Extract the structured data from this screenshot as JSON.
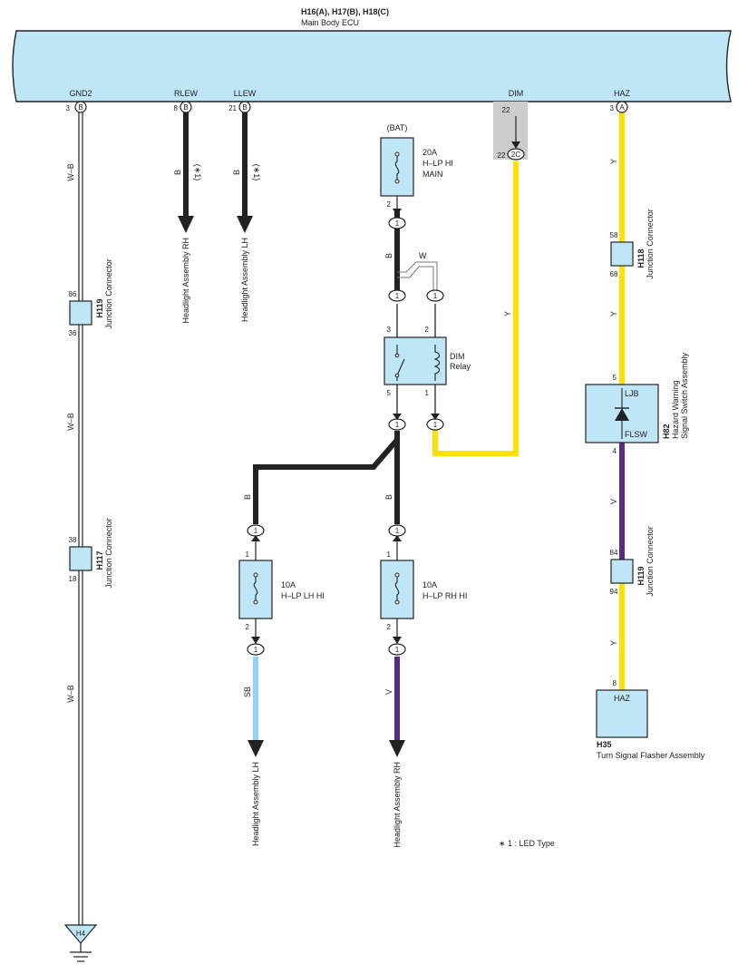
{
  "ecu": {
    "id": "H16(A), H17(B), H18(C)",
    "name": "Main Body ECU",
    "terminals": {
      "gnd2": {
        "name": "GND2",
        "pin": "3",
        "conn": "B"
      },
      "rlew": {
        "name": "RLEW",
        "pin": "8",
        "conn": "B"
      },
      "llew": {
        "name": "LLEW",
        "pin": "21",
        "conn": "B"
      },
      "dim": {
        "name": "DIM",
        "pin_top": "22",
        "pin": "22",
        "conn": "2C"
      },
      "haz": {
        "name": "HAZ",
        "pin": "3",
        "conn": "A"
      }
    }
  },
  "wires": {
    "wb": "W–B",
    "b": "B",
    "w": "W",
    "y": "Y",
    "v": "V",
    "sb": "SB",
    "star1": "(∗1)"
  },
  "dests": {
    "hl_rh": "Headlight Assembly RH",
    "hl_lh": "Headlight Assembly LH"
  },
  "junction": "Junction Connector",
  "h119_left": {
    "id": "H119",
    "pin_top": "86",
    "pin_bottom": "36"
  },
  "h117": {
    "id": "H117",
    "pin_top": "38",
    "pin_bottom": "18"
  },
  "h118": {
    "id": "H118",
    "pin_top": "58",
    "pin_bottom": "68"
  },
  "h119_right": {
    "id": "H119",
    "pin_top": "84",
    "pin_bottom": "94"
  },
  "fuse_main": {
    "source": "(BAT)",
    "rating": "20A",
    "line1": "H–LP HI",
    "line2": "MAIN",
    "pin": "2"
  },
  "relay": {
    "name1": "DIM",
    "name2": "Relay",
    "p3": "3",
    "p2": "2",
    "p5": "5",
    "p1": "1"
  },
  "fuse_lh": {
    "rating": "10A",
    "name": "H–LP LH HI",
    "pin_top": "1",
    "pin_bottom": "2"
  },
  "fuse_rh": {
    "rating": "10A",
    "name": "H–LP RH HI",
    "pin_top": "1",
    "pin_bottom": "2"
  },
  "ring": "1",
  "hazard": {
    "id": "H82",
    "name1": "Hazard Warning",
    "name2": "Signal Switch Assembly",
    "ljb": "LJB",
    "flsw": "FLSW",
    "pin_top": "5",
    "pin_bottom": "4"
  },
  "flasher": {
    "id": "H35",
    "name": "Turn Signal Flasher Assembly",
    "terminal": "HAZ",
    "pin": "8"
  },
  "ground": {
    "id": "H4"
  },
  "note": "∗ 1 : LED Type",
  "colors": {
    "ecu_fill": "#bfe6f7",
    "wire_black": "#222222",
    "wire_yellow": "#ffe100",
    "wire_violet": "#5b2a86",
    "wire_skyblue": "#8fd3f4",
    "shade": "#cccccc"
  }
}
